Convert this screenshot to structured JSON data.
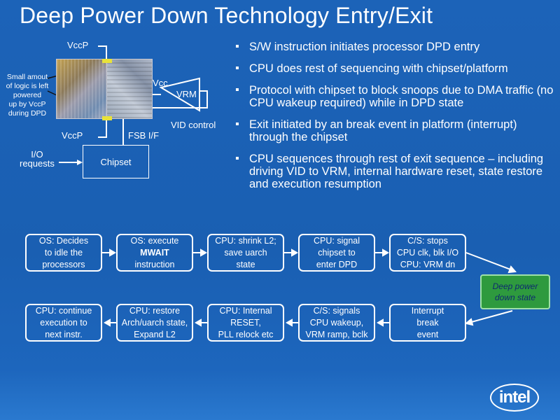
{
  "title": "Deep Power Down Technology Entry/Exit",
  "diagram": {
    "vccp_top": "VccP",
    "vccp_bottom": "VccP",
    "note": "Small amout\nof logic is left\npowered\nup by VccP\nduring DPD",
    "vcc": "Vcc",
    "vrm": "VRM",
    "vid_control": "VID control",
    "fsb": "FSB I/F",
    "io_requests": "I/O\nrequests",
    "chipset": "Chipset"
  },
  "bullets": [
    "S/W instruction initiates processor DPD entry",
    "CPU does rest of sequencing with chipset/platform",
    "Protocol with chipset to block snoops due to DMA traffic (no CPU wakeup required) while in DPD state",
    "Exit initiated by an break event in platform (interrupt) through the chipset",
    "CPU sequences through rest of exit sequence – including driving VID to VRM, internal hardware reset, state restore and execution resumption"
  ],
  "flow_top": [
    {
      "text": "OS: Decides\nto idle the\nprocessors"
    },
    {
      "text": "OS: execute\nMWAIT\ninstruction"
    },
    {
      "text": "CPU: shrink L2;\nsave uarch\nstate"
    },
    {
      "text": "CPU: signal\nchipset to\nenter DPD"
    },
    {
      "text": "C/S: stops\nCPU clk, blk I/O\nCPU: VRM dn"
    }
  ],
  "deep_state": "Deep power\ndown state",
  "flow_bottom": [
    {
      "text": "CPU: continue\nexecution to\nnext instr."
    },
    {
      "text": "CPU: restore\nArch/uarch state,\nExpand L2"
    },
    {
      "text": "CPU: Internal\nRESET,\nPLL relock etc"
    },
    {
      "text": "C/S: signals\nCPU wakeup,\nVRM ramp, bclk"
    },
    {
      "text": "Interrupt\nbreak\nevent"
    }
  ],
  "logo": "intel"
}
